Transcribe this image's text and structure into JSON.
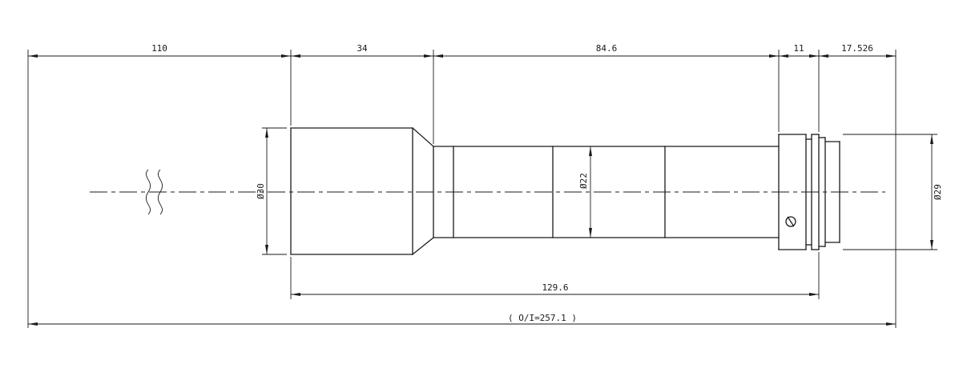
{
  "drawing": {
    "colors": {
      "line": "#1a1a1a",
      "background": "#ffffff"
    },
    "dimensions": {
      "top": [
        {
          "label": "110"
        },
        {
          "label": "34"
        },
        {
          "label": "84.6"
        },
        {
          "label": "11"
        },
        {
          "label": "17.526"
        }
      ],
      "diameters": [
        {
          "label": "Ø30"
        },
        {
          "label": "Ø22"
        },
        {
          "label": "Ø29"
        }
      ],
      "bottom": [
        {
          "label": "129.6"
        },
        {
          "label": "( O/I=257.1 )"
        }
      ]
    }
  }
}
